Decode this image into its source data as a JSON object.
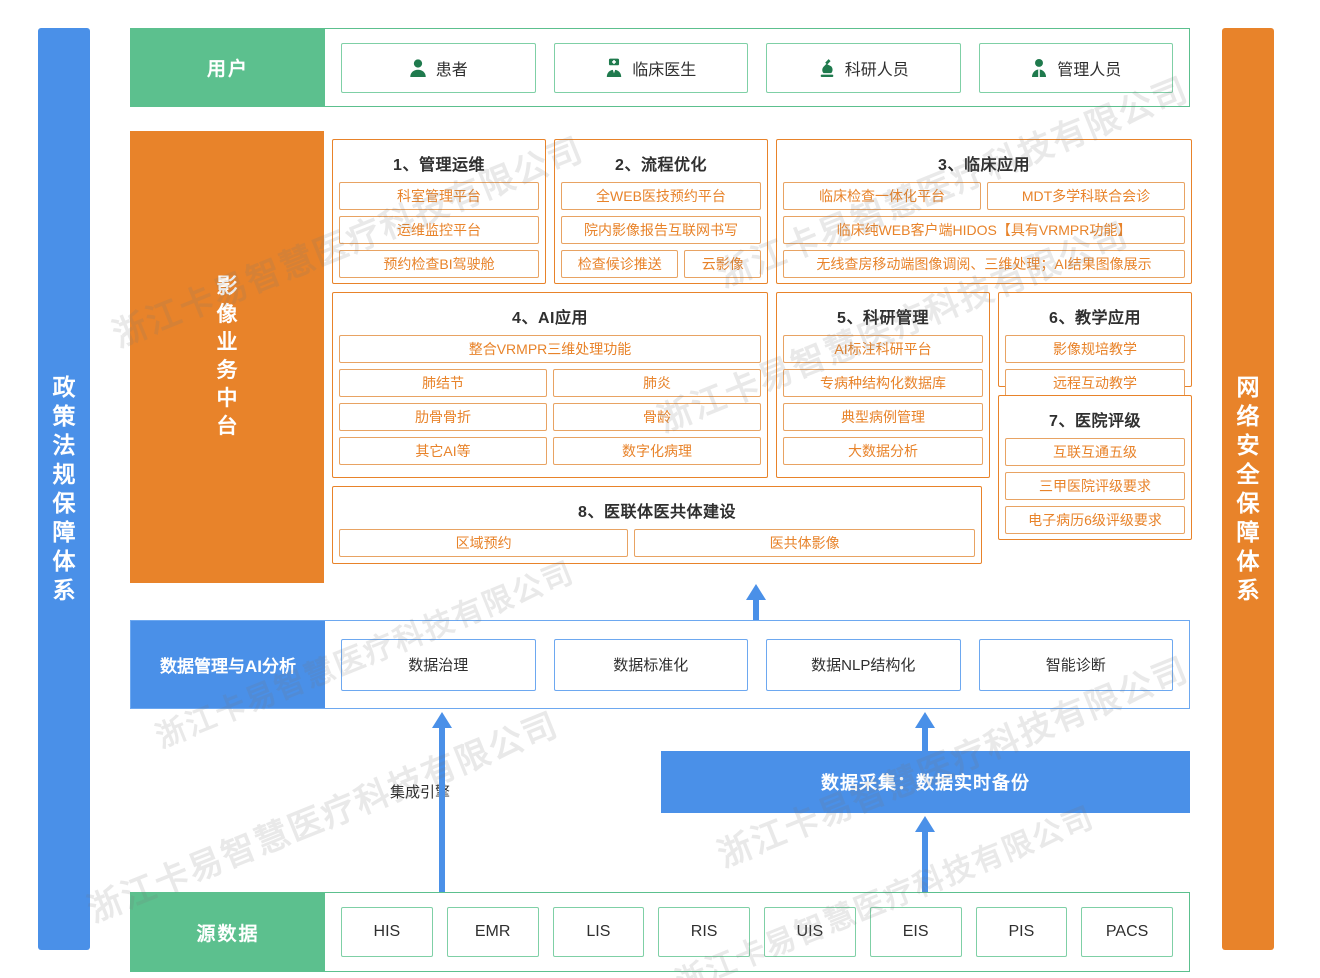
{
  "sidebars": {
    "left": {
      "label": "政策法规保障体系",
      "color": "#4a90e8"
    },
    "right": {
      "label": "网络安全保障体系",
      "color": "#e8832a"
    }
  },
  "users_row": {
    "label": "用户",
    "color": "#5cc08e",
    "items": [
      {
        "label": "患者",
        "icon": "person-icon"
      },
      {
        "label": "临床医生",
        "icon": "doctor-icon"
      },
      {
        "label": "科研人员",
        "icon": "microscope-icon"
      },
      {
        "label": "管理人员",
        "icon": "admin-person-icon"
      }
    ]
  },
  "platform": {
    "label": "影像业务中台",
    "color": "#e8832a",
    "groups": {
      "g1": {
        "title": "1、管理运维",
        "items": [
          "科室管理平台",
          "运维监控平台",
          "预约检查BI驾驶舱"
        ]
      },
      "g2": {
        "title": "2、流程优化",
        "items": [
          "全WEB医技预约平台",
          "院内影像报告互联网书写"
        ],
        "row": [
          "检查候诊推送",
          "云影像"
        ]
      },
      "g3": {
        "title": "3、临床应用",
        "row1": [
          "临床检查一体化平台",
          "MDT多学科联合会诊"
        ],
        "items": [
          "临床纯WEB客户端HIDOS【具有VRMPR功能】",
          "无线查房移动端图像调阅、三维处理；AI结果图像展示"
        ]
      },
      "g4": {
        "title": "4、AI应用",
        "wide": "整合VRMPR三维处理功能",
        "rows": [
          [
            "肺结节",
            "肺炎"
          ],
          [
            "肋骨骨折",
            "骨龄"
          ],
          [
            "其它AI等",
            "数字化病理"
          ]
        ]
      },
      "g5": {
        "title": "5、科研管理",
        "items": [
          "AI标注科研平台",
          "专病种结构化数据库",
          "典型病例管理",
          "大数据分析"
        ]
      },
      "g6": {
        "title": "6、教学应用",
        "items": [
          "影像规培教学",
          "远程互动教学"
        ]
      },
      "g7": {
        "title": "7、医院评级",
        "items": [
          "互联互通五级",
          "三甲医院评级要求",
          "电子病历6级评级要求"
        ]
      },
      "g8": {
        "title": "8、医联体医共体建设",
        "row": [
          "区域预约",
          "医共体影像"
        ]
      }
    }
  },
  "data_management": {
    "label": "数据管理与AI分析",
    "color": "#4a90e8",
    "items": [
      "数据治理",
      "数据标准化",
      "数据NLP结构化",
      "智能诊断"
    ]
  },
  "middle": {
    "integration_label": "集成引擎",
    "collection_label": "数据采集：数据实时备份",
    "collection_color": "#4a90e8"
  },
  "source_row": {
    "label": "源数据",
    "color": "#5cc08e",
    "items": [
      "HIS",
      "EMR",
      "LIS",
      "RIS",
      "UIS",
      "EIS",
      "PIS",
      "PACS"
    ]
  },
  "watermark": {
    "text": "浙江卡易智慧医疗科技有限公司"
  }
}
